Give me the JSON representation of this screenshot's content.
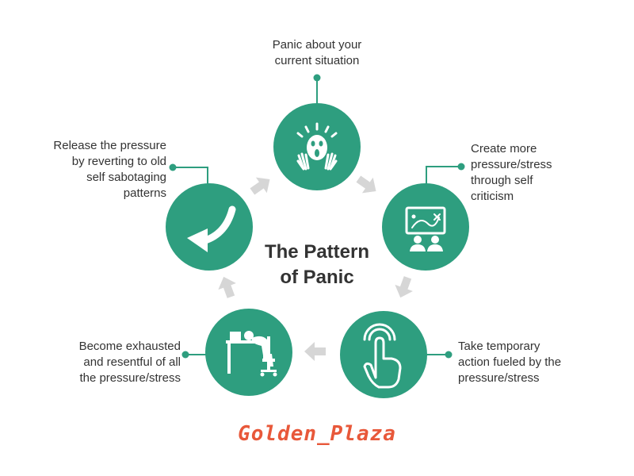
{
  "diagram": {
    "title": "The Pattern\nof Panic",
    "accent_color": "#2e9e7f",
    "arrow_color": "#d6d6d6",
    "steps": [
      {
        "text": "Panic about your\ncurrent situation",
        "icon": "screaming-face-icon"
      },
      {
        "text": "Create more\npressure/stress\nthrough self\ncriticism",
        "icon": "board-meeting-icon"
      },
      {
        "text": "Take temporary\naction fueled by the\npressure/stress",
        "icon": "tap-hand-icon"
      },
      {
        "text": "Become exhausted\nand resentful of all\nthe pressure/stress",
        "icon": "exhausted-worker-icon"
      },
      {
        "text": "Release the pressure\nby reverting to old\nself sabotaging\npatterns",
        "icon": "curved-arrow-icon"
      }
    ]
  },
  "watermark": {
    "text": "Golden_Plaza",
    "color": "#e8583a"
  }
}
